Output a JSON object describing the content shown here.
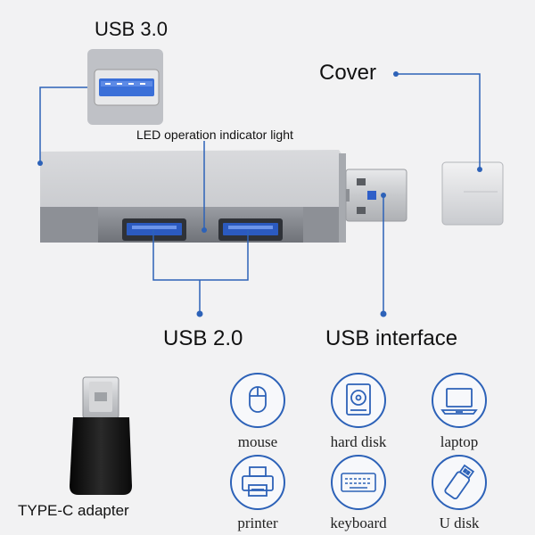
{
  "labels": {
    "usb3": "USB 3.0",
    "cover": "Cover",
    "led": "LED operation indicator light",
    "usb2": "USB 2.0",
    "usb_interface": "USB interface",
    "type_c": "TYPE-C adapter"
  },
  "devices": [
    {
      "icon": "mouse-icon",
      "label": "mouse"
    },
    {
      "icon": "hard-disk-icon",
      "label": "hard disk"
    },
    {
      "icon": "laptop-icon",
      "label": "laptop"
    },
    {
      "icon": "printer-icon",
      "label": "printer"
    },
    {
      "icon": "keyboard-icon",
      "label": "keyboard"
    },
    {
      "icon": "usb-disk-icon",
      "label": "U disk"
    }
  ],
  "colors": {
    "accent": "#2d62b8",
    "port_blue": "#3a6fd8",
    "hub_body": "#b9bcc1"
  }
}
